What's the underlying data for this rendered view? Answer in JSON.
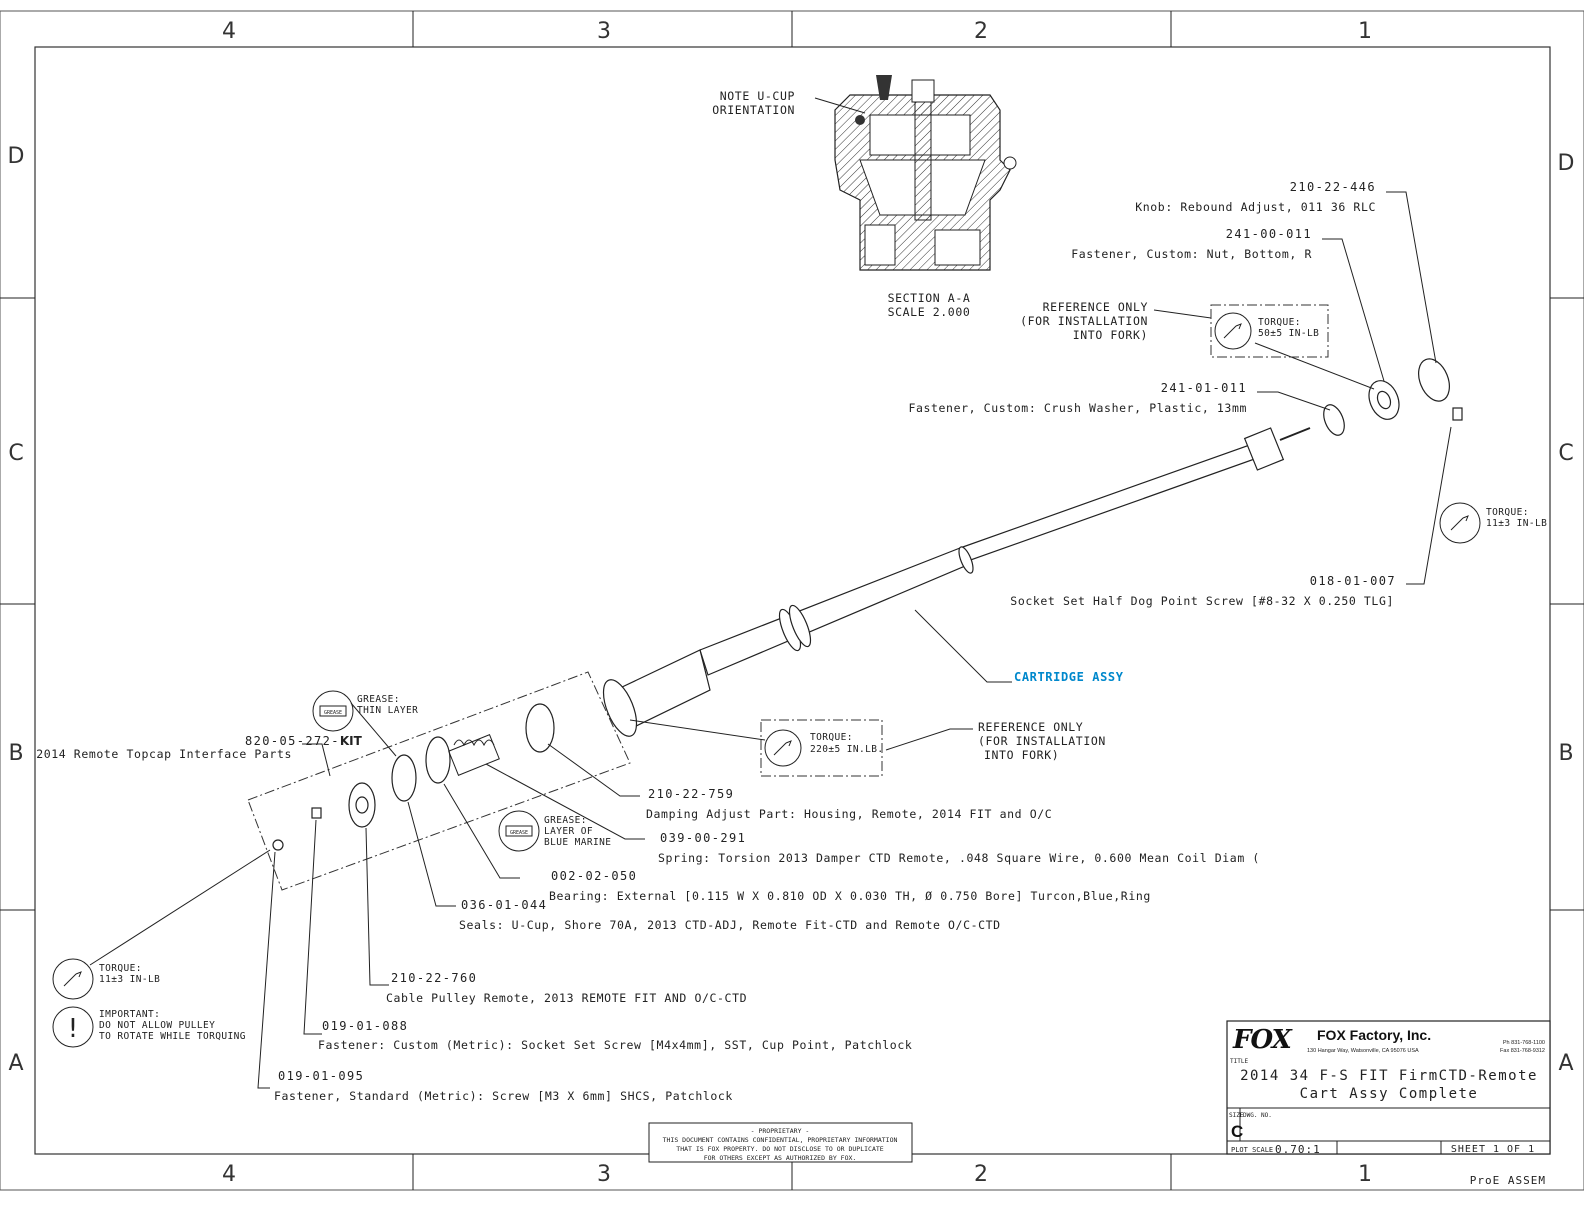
{
  "zones": {
    "columns": [
      "4",
      "3",
      "2",
      "1"
    ],
    "rows": [
      "D",
      "C",
      "B",
      "A"
    ]
  },
  "section": {
    "note": [
      "NOTE U-CUP",
      "ORIENTATION"
    ],
    "title": "SECTION  A-A",
    "scale": "SCALE  2.000"
  },
  "callouts": {
    "knob": {
      "pn": "210-22-446",
      "desc": "Knob: Rebound Adjust, 011 36 RLC"
    },
    "nut": {
      "pn": "241-00-011",
      "desc": "Fastener, Custom: Nut, Bottom, R"
    },
    "washer": {
      "pn": "241-01-011",
      "desc": "Fastener, Custom: Crush Washer, Plastic, 13mm"
    },
    "setscrew": {
      "pn": "018-01-007",
      "desc": "Socket Set Half Dog Point Screw [#8-32 X 0.250 TLG]"
    },
    "kit": {
      "pn": "820-05-272-",
      "pn_suffix": "KIT",
      "desc": "2014 Remote Topcap Interface Parts"
    },
    "housing": {
      "pn": "210-22-759",
      "desc": "Damping Adjust Part:  Housing, Remote, 2014 FIT and O/C"
    },
    "spring": {
      "pn": "039-00-291",
      "desc": "Spring: Torsion 2013 Damper CTD Remote, .048 Square Wire, 0.600 Mean Coil Diam ("
    },
    "bearing": {
      "pn": "002-02-050",
      "desc": "Bearing: External [0.115 W X 0.810 OD X 0.030 TH, Ø 0.750 Bore] Turcon,Blue,Ring"
    },
    "seal": {
      "pn": "036-01-044",
      "desc": "Seals: U-Cup, Shore 70A, 2013 CTD-ADJ, Remote Fit-CTD and Remote O/C-CTD"
    },
    "pulley": {
      "pn": "210-22-760",
      "desc": "Cable Pulley Remote, 2013 REMOTE FIT AND O/C-CTD"
    },
    "m4screw": {
      "pn": "019-01-088",
      "desc": "Fastener: Custom (Metric): Socket Set Screw [M4x4mm], SST, Cup Point, Patchlock"
    },
    "m3screw": {
      "pn": "019-01-095",
      "desc": "Fastener, Standard (Metric): Screw [M3 X 6mm] SHCS, Patchlock"
    }
  },
  "cartridge_label": "CARTRIDGE ASSY",
  "cartridge_color": "#0088cc",
  "reference_only": [
    "REFERENCE ONLY",
    "(FOR INSTALLATION",
    "INTO FORK)"
  ],
  "torque_labels": {
    "nut": [
      "TORQUE:",
      "50±5 IN-LB"
    ],
    "cartridge": [
      "TORQUE:",
      "220±5 IN.LB."
    ],
    "setscrew": [
      "TORQUE:",
      "11±3 IN-LB"
    ],
    "m3": [
      "TORQUE:",
      "11±3 IN-LB"
    ]
  },
  "grease": {
    "thin": [
      "GREASE:",
      "THIN LAYER"
    ],
    "marine": [
      "GREASE:",
      "LAYER OF",
      "BLUE MARINE"
    ],
    "icon_text": "GREASE"
  },
  "important": [
    "IMPORTANT:",
    "DO NOT ALLOW PULLEY",
    "TO ROTATE WHILE TORQUING"
  ],
  "proprietary": [
    "- PROPRIETARY -",
    "THIS DOCUMENT CONTAINS CONFIDENTIAL, PROPRIETARY INFORMATION",
    "THAT IS FOX PROPERTY.  DO NOT DISCLOSE TO OR DUPLICATE",
    "FOR OTHERS EXCEPT AS AUTHORIZED BY FOX."
  ],
  "title_block": {
    "logo": "FOX",
    "company": "FOX Factory, Inc.",
    "address": "130 Hangar Way, Watsonville, CA 95076 USA",
    "phone": "Ph 831-768-1100",
    "fax": "Fax 831-768-9312",
    "title_label": "TITLE",
    "title_line1": "2014 34 F-S FIT FirmCTD-Remote",
    "title_line2": "Cart Assy Complete",
    "size_label": "SIZE",
    "size": "C",
    "dwg_label": "DWG. NO.",
    "plot_label": "PLOT SCALE",
    "plot_scale": "0.70:1",
    "sheet": "SHEET 1 OF 1",
    "footer": "ProE ASSEM"
  }
}
